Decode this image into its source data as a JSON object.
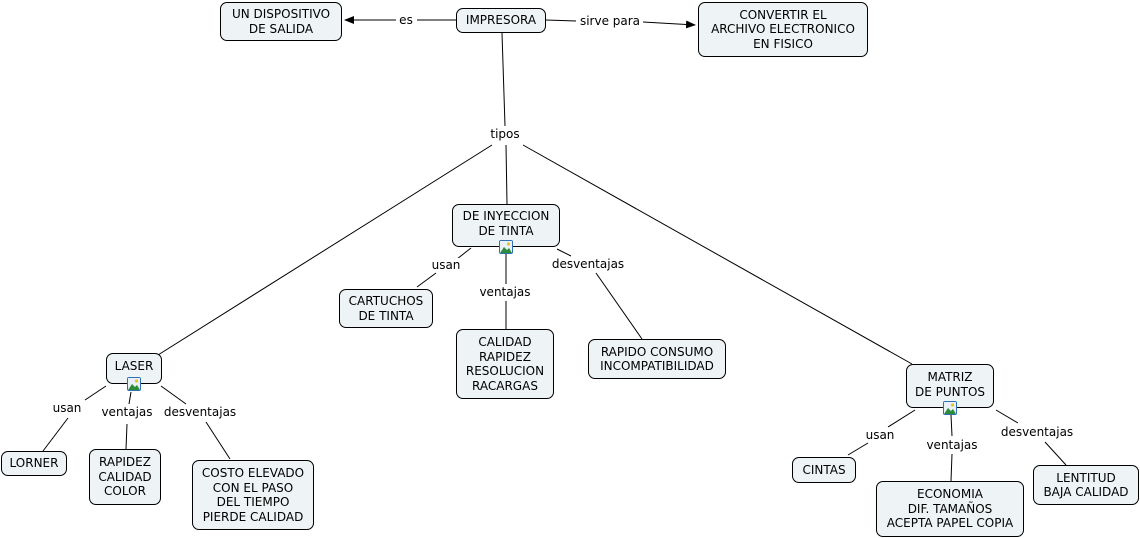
{
  "concept_map": {
    "root": {
      "text": "IMPRESORA"
    },
    "nodes": {
      "dispositivo": {
        "text": "UN DISPOSITIVO\nDE SALIDA"
      },
      "convertir": {
        "text": "CONVERTIR EL\nARCHIVO ELECTRONICO\nEN FISICO"
      },
      "inyeccion": {
        "text": "DE INYECCION\nDE TINTA"
      },
      "cartuchos": {
        "text": "CARTUCHOS\nDE TINTA"
      },
      "inyeccion_ventajas": {
        "text": "CALIDAD\nRAPIDEZ\nRESOLUCION\nRACARGAS"
      },
      "inyeccion_desventajas": {
        "text": "RAPIDO CONSUMO\nINCOMPATIBILIDAD"
      },
      "laser": {
        "text": "LASER"
      },
      "lorner": {
        "text": "LORNER"
      },
      "laser_ventajas": {
        "text": "RAPIDEZ\nCALIDAD\nCOLOR"
      },
      "laser_desventajas": {
        "text": "COSTO ELEVADO\nCON EL PASO\nDEL TIEMPO\nPIERDE CALIDAD"
      },
      "matriz": {
        "text": "MATRIZ\nDE PUNTOS"
      },
      "cintas": {
        "text": "CINTAS"
      },
      "matriz_ventajas": {
        "text": "ECONOMIA\nDIF. TAMAÑOS\nACEPTA PAPEL COPIA"
      },
      "matriz_desventajas": {
        "text": "LENTITUD\nBAJA CALIDAD"
      }
    },
    "links": {
      "es": "es",
      "sirve_para": "sirve para",
      "tipos": "tipos",
      "usan": "usan",
      "ventajas": "ventajas",
      "desventajas": "desventajas"
    },
    "icons": {
      "attachment": "image-attachment-icon"
    }
  }
}
